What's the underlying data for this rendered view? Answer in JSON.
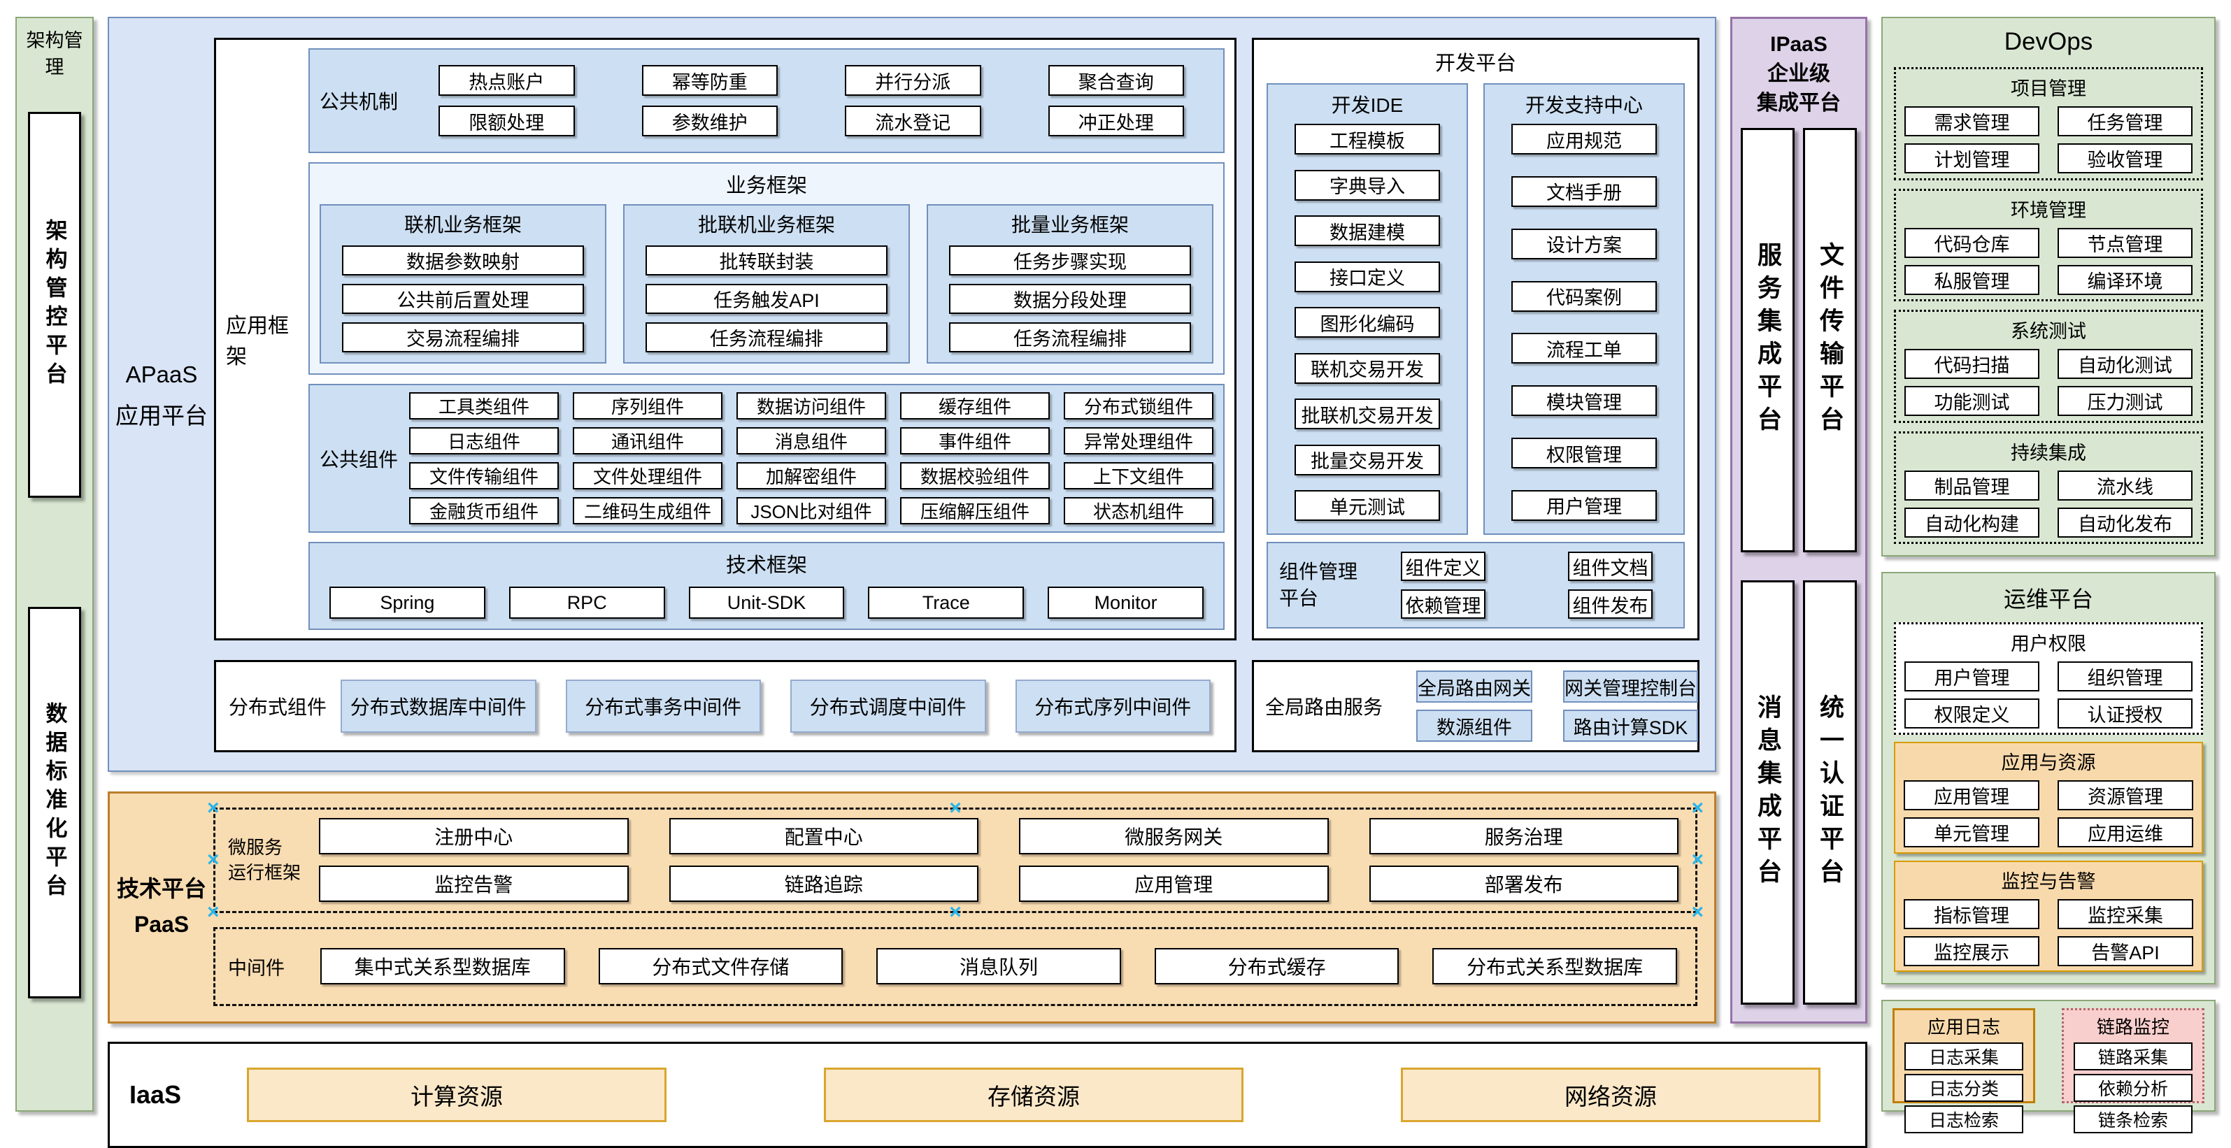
{
  "palette": {
    "green_bg": "#d9e7d2",
    "green_border": "#8aa878",
    "blue_bg": "#d9e4f6",
    "blue_border": "#7090bd",
    "blue_light": "#cddff2",
    "purple_bg": "#ded2e9",
    "purple_border": "#9673a6",
    "orange_bg": "#f8dcb2",
    "orange_border": "#bb7f2a",
    "peach_button": "#fbe8c8",
    "pink_bg": "#f9cfce",
    "selection_handle": "#29b5ea"
  },
  "left_rail": {
    "title": "架构管理",
    "items": [
      "架构管控平台",
      "数据标准化平台"
    ]
  },
  "apaas": {
    "label1": "APaaS",
    "label2": "应用平台",
    "app_framework": {
      "label": "应用框架",
      "common_mechanism": {
        "label": "公共机制",
        "items": [
          "热点账户",
          "幂等防重",
          "并行分派",
          "聚合查询",
          "限额处理",
          "参数维护",
          "流水登记",
          "冲正处理"
        ]
      },
      "business_framework": {
        "title": "业务框架",
        "groups": [
          {
            "title": "联机业务框架",
            "items": [
              "数据参数映射",
              "公共前后置处理",
              "交易流程编排"
            ]
          },
          {
            "title": "批联机业务框架",
            "items": [
              "批转联封装",
              "任务触发API",
              "任务流程编排"
            ]
          },
          {
            "title": "批量业务框架",
            "items": [
              "任务步骤实现",
              "数据分段处理",
              "任务流程编排"
            ]
          }
        ]
      },
      "common_components": {
        "label": "公共组件",
        "items": [
          "工具类组件",
          "序列组件",
          "数据访问组件",
          "缓存组件",
          "分布式锁组件",
          "日志组件",
          "通讯组件",
          "消息组件",
          "事件组件",
          "异常处理组件",
          "文件传输组件",
          "文件处理组件",
          "加解密组件",
          "数据校验组件",
          "上下文组件",
          "金融货币组件",
          "二维码生成组件",
          "JSON比对组件",
          "压缩解压组件",
          "状态机组件"
        ]
      },
      "tech_framework": {
        "title": "技术框架",
        "items": [
          "Spring",
          "RPC",
          "Unit-SDK",
          "Trace",
          "Monitor"
        ]
      }
    },
    "distributed": {
      "label": "分布式组件",
      "items": [
        "分布式数据库中间件",
        "分布式事务中间件",
        "分布式调度中间件",
        "分布式序列中间件"
      ]
    },
    "dev_platform": {
      "title": "开发平台",
      "ide": {
        "title": "开发IDE",
        "items": [
          "工程模板",
          "字典导入",
          "数据建模",
          "接口定义",
          "图形化编码",
          "联机交易开发",
          "批联机交易开发",
          "批量交易开发",
          "单元测试"
        ]
      },
      "support": {
        "title": "开发支持中心",
        "items": [
          "应用规范",
          "文档手册",
          "设计方案",
          "代码案例",
          "流程工单",
          "模块管理",
          "权限管理",
          "用户管理"
        ]
      },
      "component_mgmt": {
        "label1": "组件管理",
        "label2": "平台",
        "items": [
          "组件定义",
          "组件文档",
          "依赖管理",
          "组件发布"
        ]
      }
    },
    "global_routing": {
      "label": "全局路由服务",
      "items": [
        "全局路由网关",
        "网关管理控制台",
        "数源组件",
        "路由计算SDK"
      ]
    }
  },
  "paas": {
    "label1": "技术平台",
    "label2": "PaaS",
    "microservice": {
      "label1": "微服务",
      "label2": "运行框架",
      "items": [
        "注册中心",
        "配置中心",
        "微服务网关",
        "服务治理",
        "监控告警",
        "链路追踪",
        "应用管理",
        "部署发布"
      ]
    },
    "middleware": {
      "label": "中间件",
      "items": [
        "集中式关系型数据库",
        "分布式文件存储",
        "消息队列",
        "分布式缓存",
        "分布式关系型数据库"
      ]
    }
  },
  "iaas": {
    "label": "IaaS",
    "items": [
      "计算资源",
      "存储资源",
      "网络资源"
    ]
  },
  "ipaas": {
    "title_line1": "IPaaS",
    "title_line2": "企业级",
    "title_line3": "集成平台",
    "bars": [
      "服务集成平台",
      "文件传输平台",
      "消息集成平台",
      "统一认证平台"
    ]
  },
  "devops": {
    "title": "DevOps",
    "sections": [
      {
        "title": "项目管理",
        "items": [
          "需求管理",
          "任务管理",
          "计划管理",
          "验收管理"
        ]
      },
      {
        "title": "环境管理",
        "items": [
          "代码仓库",
          "节点管理",
          "私服管理",
          "编译环境"
        ]
      },
      {
        "title": "系统测试",
        "items": [
          "代码扫描",
          "自动化测试",
          "功能测试",
          "压力测试"
        ]
      },
      {
        "title": "持续集成",
        "items": [
          "制品管理",
          "流水线",
          "自动化构建",
          "自动化发布"
        ]
      }
    ]
  },
  "ops": {
    "title": "运维平台",
    "sections": [
      {
        "title": "用户权限",
        "items": [
          "用户管理",
          "组织管理",
          "权限定义",
          "认证授权"
        ]
      },
      {
        "title": "应用与资源",
        "items": [
          "应用管理",
          "资源管理",
          "单元管理",
          "应用运维"
        ]
      },
      {
        "title": "监控与告警",
        "items": [
          "指标管理",
          "监控采集",
          "监控展示",
          "告警API"
        ]
      }
    ]
  },
  "logs": {
    "app_log": {
      "title": "应用日志",
      "items": [
        "日志采集",
        "日志分类",
        "日志检索"
      ]
    },
    "trace_monitor": {
      "title": "链路监控",
      "items": [
        "链路采集",
        "依赖分析",
        "链条检索"
      ]
    }
  }
}
